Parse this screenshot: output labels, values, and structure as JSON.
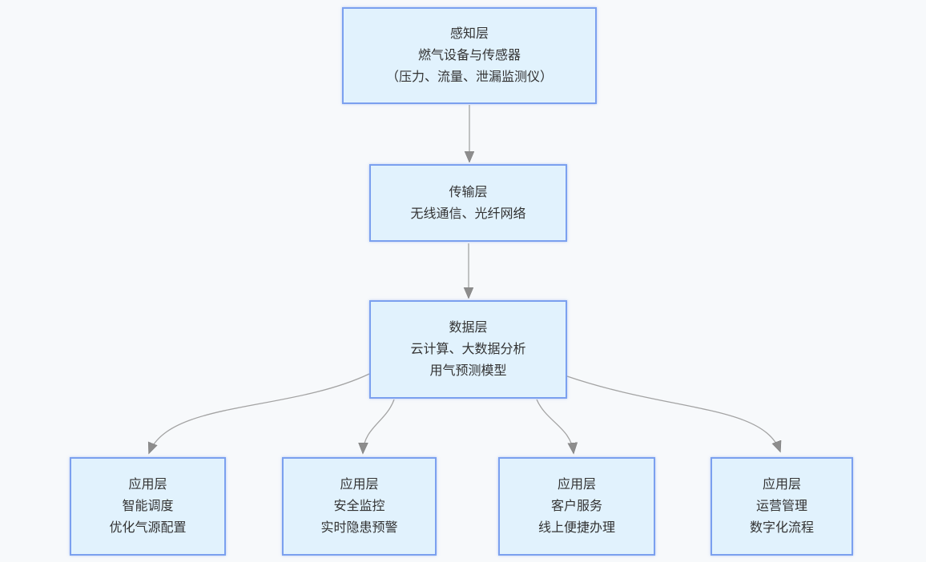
{
  "page": {
    "background_color": "#f7f9fb"
  },
  "diagram": {
    "type": "flowchart",
    "direction": "top-down",
    "colors": {
      "node_fill": "#e1f2fd",
      "node_border": "#7ba0ef",
      "arrow_line": "#a3a3a3",
      "arrow_head": "#8d8d8d",
      "text": "#333333"
    },
    "nodes": [
      {
        "id": "perception",
        "lines": [
          "感知层",
          "燃气设备与传感器",
          "（压力、流量、泄漏监测仪）"
        ]
      },
      {
        "id": "transmission",
        "lines": [
          "传输层",
          "无线通信、光纤网络"
        ]
      },
      {
        "id": "data",
        "lines": [
          "数据层",
          "云计算、大数据分析",
          "用气预测模型"
        ]
      },
      {
        "id": "app-dispatch",
        "lines": [
          "应用层",
          "智能调度",
          "优化气源配置"
        ]
      },
      {
        "id": "app-safety",
        "lines": [
          "应用层",
          "安全监控",
          "实时隐患预警"
        ]
      },
      {
        "id": "app-customer",
        "lines": [
          "应用层",
          "客户服务",
          "线上便捷办理"
        ]
      },
      {
        "id": "app-operation",
        "lines": [
          "应用层",
          "运营管理",
          "数字化流程"
        ]
      }
    ],
    "edges": [
      {
        "from": "perception",
        "to": "transmission"
      },
      {
        "from": "transmission",
        "to": "data"
      },
      {
        "from": "data",
        "to": "app-dispatch"
      },
      {
        "from": "data",
        "to": "app-safety"
      },
      {
        "from": "data",
        "to": "app-customer"
      },
      {
        "from": "data",
        "to": "app-operation"
      }
    ]
  }
}
